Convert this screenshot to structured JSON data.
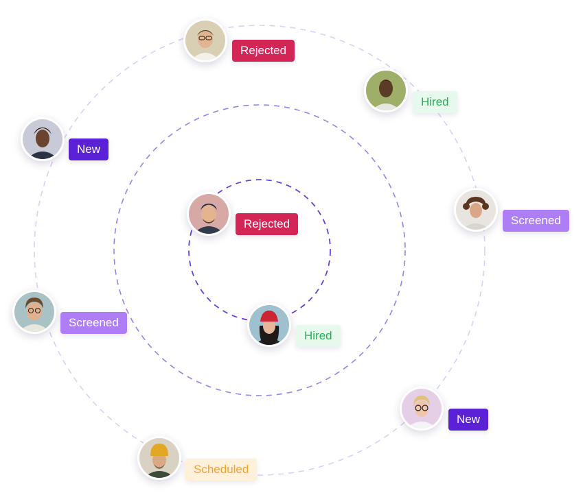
{
  "colors": {
    "outer_ring": "#d8d0f5",
    "middle_ring": "#9d7fe8",
    "inner_ring": "#6a3fd8"
  },
  "candidates": [
    {
      "name_icon": "candidate-avatar-icon",
      "status": "Rejected"
    },
    {
      "name_icon": "candidate-avatar-icon",
      "status": "Hired"
    },
    {
      "name_icon": "candidate-avatar-icon",
      "status": "New"
    },
    {
      "name_icon": "candidate-avatar-icon",
      "status": "Screened"
    },
    {
      "name_icon": "candidate-avatar-icon",
      "status": "Rejected"
    },
    {
      "name_icon": "candidate-avatar-icon",
      "status": "Screened"
    },
    {
      "name_icon": "candidate-avatar-icon",
      "status": "Hired"
    },
    {
      "name_icon": "candidate-avatar-icon",
      "status": "New"
    },
    {
      "name_icon": "candidate-avatar-icon",
      "status": "Scheduled"
    }
  ]
}
